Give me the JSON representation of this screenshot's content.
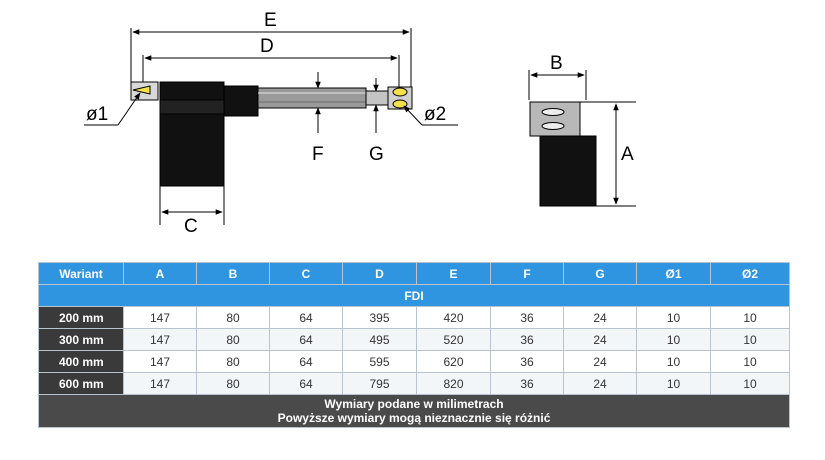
{
  "drawing": {
    "labels": {
      "E": "E",
      "D": "D",
      "F": "F",
      "G": "G",
      "C": "C",
      "B": "B",
      "A": "A",
      "d1": "ø1",
      "d2": "ø2"
    }
  },
  "table": {
    "columns": [
      "Wariant",
      "A",
      "B",
      "C",
      "D",
      "E",
      "F",
      "G",
      "Ø1",
      "Ø2"
    ],
    "group_label": "FDI",
    "rows": [
      {
        "variant": "200 mm",
        "values": [
          "147",
          "80",
          "64",
          "395",
          "420",
          "36",
          "24",
          "10",
          "10"
        ]
      },
      {
        "variant": "300 mm",
        "values": [
          "147",
          "80",
          "64",
          "495",
          "520",
          "36",
          "24",
          "10",
          "10"
        ]
      },
      {
        "variant": "400 mm",
        "values": [
          "147",
          "80",
          "64",
          "595",
          "620",
          "36",
          "24",
          "10",
          "10"
        ]
      },
      {
        "variant": "600 mm",
        "values": [
          "147",
          "80",
          "64",
          "795",
          "820",
          "36",
          "24",
          "10",
          "10"
        ]
      }
    ],
    "footer_line1": "Wymiary podane w milimetrach",
    "footer_line2": "Powyższe wymiary mogą nieznacznie się różnić"
  }
}
